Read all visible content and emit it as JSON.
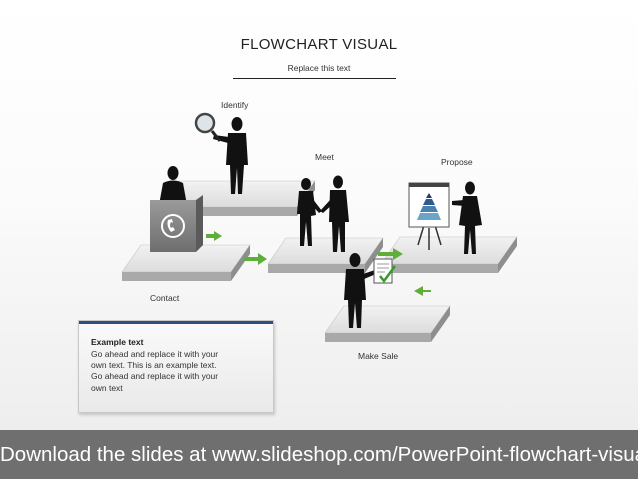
{
  "slide": {
    "title": "FLOWCHART VISUAL",
    "subtitle": "Replace this text"
  },
  "steps": {
    "contact": "Contact",
    "identify": "Identify",
    "meet": "Meet",
    "propose": "Propose",
    "make_sale": "Make Sale"
  },
  "textbox": {
    "heading": "Example text",
    "lines": [
      "Go ahead and replace it with your",
      "own text. This is an example text.",
      "Go ahead and replace it with your",
      "own text"
    ]
  },
  "footer": {
    "text": "Download the slides at www.slideshop.com/PowerPoint-flowchart-visual"
  },
  "colors": {
    "arrow": "#5fae3a",
    "textbox_bar": "#2f4f7f",
    "footer_bg": "#6f6f6f",
    "pyramid_top": "#1f3d6d",
    "pyramid_bottom": "#6aa5c9"
  },
  "icons": [
    "phone-icon",
    "magnifier-icon",
    "pyramid-chart-icon",
    "checklist-icon"
  ]
}
